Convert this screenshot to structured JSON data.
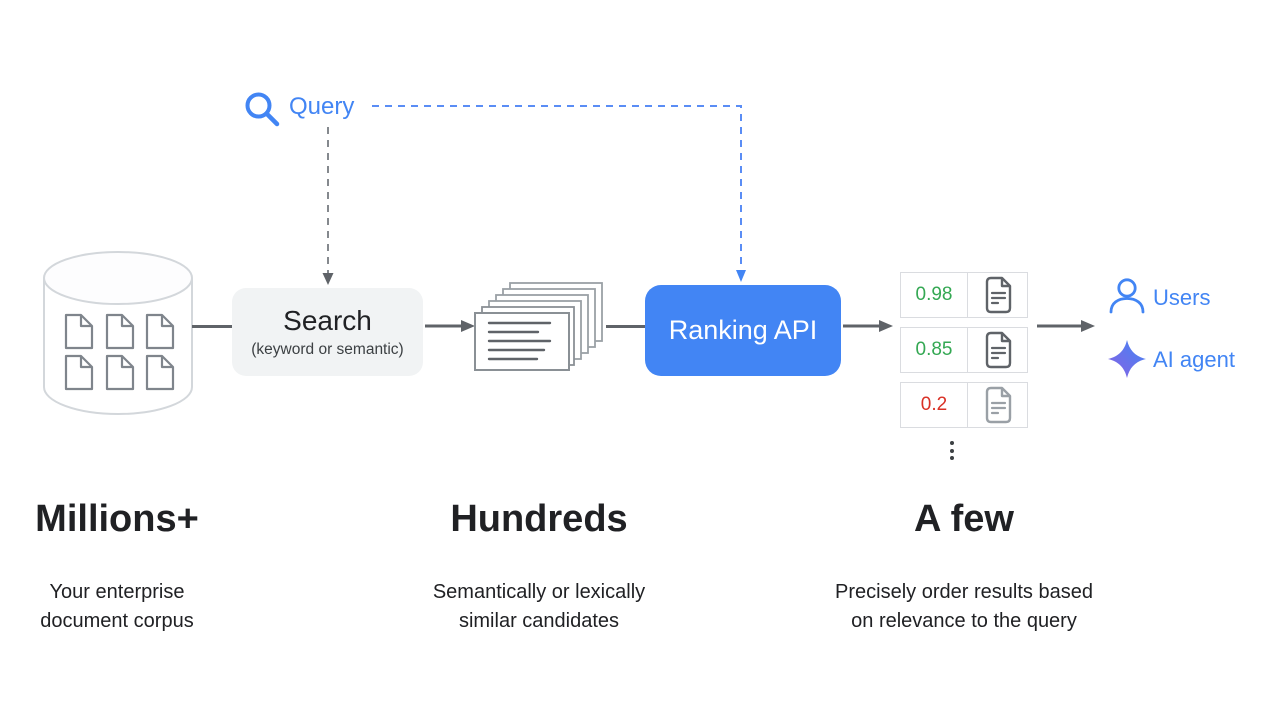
{
  "colors": {
    "accent_blue": "#4285F4",
    "score_high_green": "#34A853",
    "score_low_red": "#D93025",
    "connector_gray": "#5f6368",
    "box_gray": "#f1f3f4"
  },
  "query": {
    "label": "Query"
  },
  "search_box": {
    "title": "Search",
    "subtitle": "(keyword or semantic)"
  },
  "ranking_box": {
    "title": "Ranking API"
  },
  "results": {
    "rows": [
      {
        "score": "0.98",
        "level": "high"
      },
      {
        "score": "0.85",
        "level": "high"
      },
      {
        "score": "0.2",
        "level": "low"
      }
    ]
  },
  "consumers": {
    "users": "Users",
    "ai_agent": "AI agent"
  },
  "stages": [
    {
      "heading": "Millions+",
      "description": "Your enterprise\ndocument corpus"
    },
    {
      "heading": "Hundreds",
      "description": "Semantically or lexically\nsimilar candidates"
    },
    {
      "heading": "A few",
      "description": "Precisely order results based\non relevance to the query"
    }
  ]
}
